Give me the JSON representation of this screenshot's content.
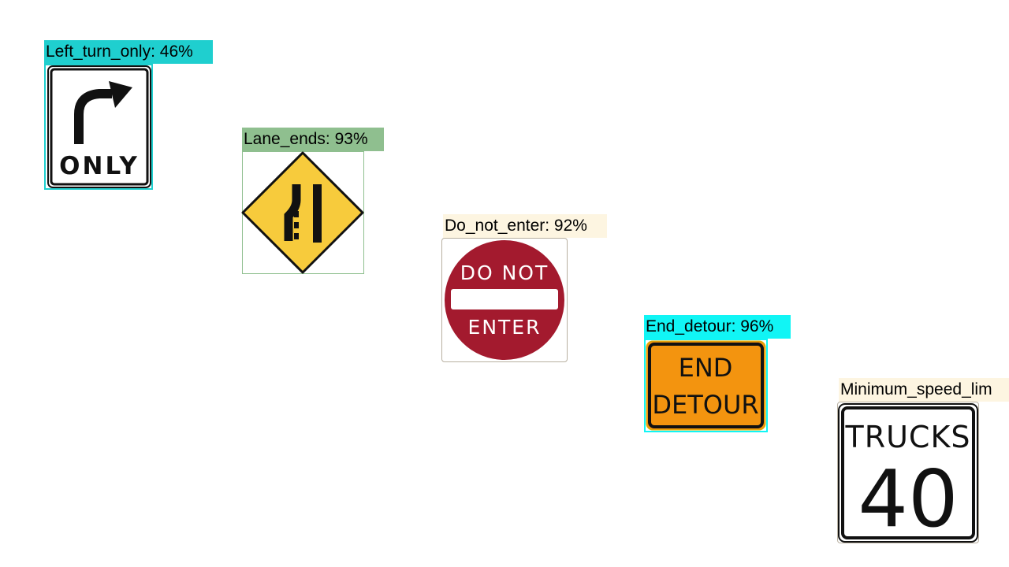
{
  "detections": [
    {
      "label": "Left_turn_only: 46%",
      "label_color": "#1fcfcf",
      "box_color": "#1fcfcf",
      "sign": {
        "text": "ONLY",
        "icon": "turn-arrow-icon"
      }
    },
    {
      "label": "Lane_ends: 93%",
      "label_color": "#8fbf8f",
      "box_color": "#8fbf8f",
      "sign": {
        "icon": "lane-ends-icon",
        "fill": "#f7cb3c"
      }
    },
    {
      "label": "Do_not_enter: 92%",
      "label_color": "#fdf5e1",
      "box_color": "#e8ddc8",
      "sign": {
        "line1": "DO NOT",
        "line2": "ENTER",
        "fill": "#a31a2e"
      }
    },
    {
      "label": "End_detour: 96%",
      "label_color": "#11f5f5",
      "box_color": "#11f5f5",
      "sign": {
        "line1": "END",
        "line2": "DETOUR",
        "fill": "#f3940f"
      }
    },
    {
      "label": "Minimum_speed_lim",
      "label_color": "#fdf5e1",
      "box_color": "#e8ddc8",
      "sign": {
        "line1": "TRUCKS",
        "line2": "40"
      }
    }
  ]
}
